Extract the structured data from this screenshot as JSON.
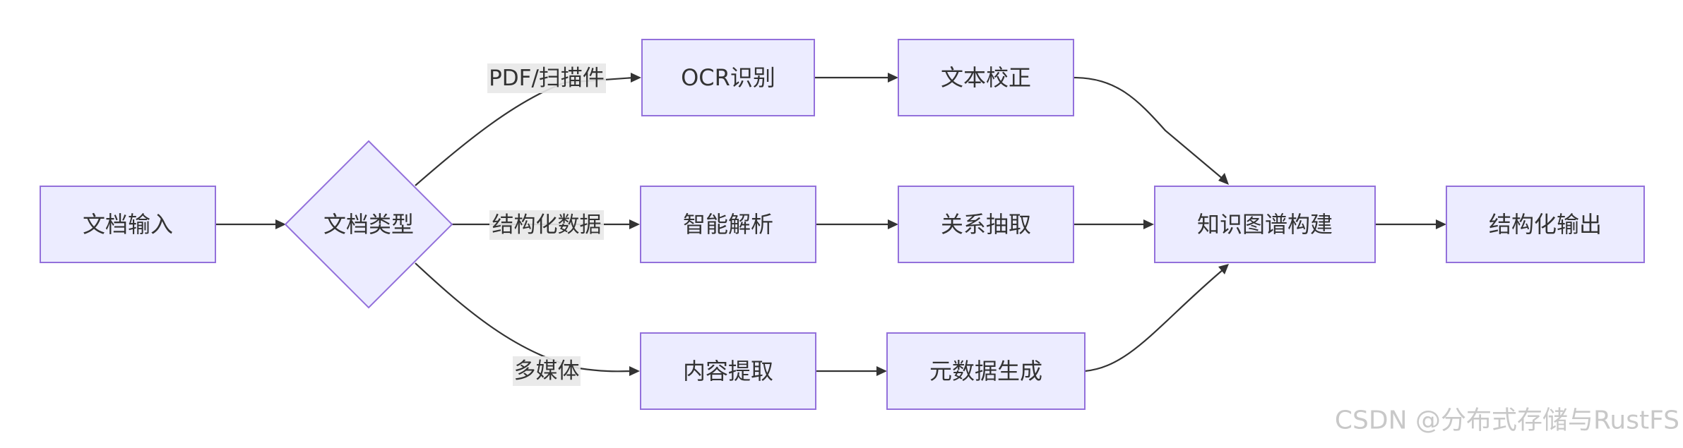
{
  "nodes": {
    "input": "文档输入",
    "type": "文档类型",
    "ocr": "OCR识别",
    "correct": "文本校正",
    "parse": "智能解析",
    "relation": "关系抽取",
    "content": "内容提取",
    "metadata": "元数据生成",
    "kg": "知识图谱构建",
    "output": "结构化输出"
  },
  "edge_labels": {
    "pdf": "PDF/扫描件",
    "structured": "结构化数据",
    "media": "多媒体"
  },
  "watermark": "CSDN @分布式存储与RustFS"
}
